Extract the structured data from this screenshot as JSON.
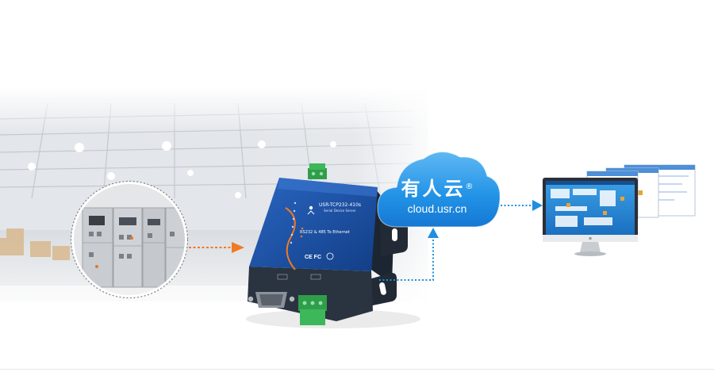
{
  "brand": {
    "name_cn": "有人云",
    "registered": "®",
    "url": "cloud.usr.cn"
  },
  "device": {
    "model": "USR-TCP232-410s",
    "subtitle": "Serial Device Server",
    "conversion": "RS232 & 485 To Ethernet"
  },
  "icons": {
    "factory": "factory-hall-photo",
    "cabinet": "electrical-cabinet-photo",
    "device": "serial-server-device",
    "cloud": "cloud-icon",
    "monitor": "monitor-icon"
  },
  "colors": {
    "arrow_orange": "#f07a22",
    "arrow_blue": "#1f8fe0",
    "cloud_blue": "#1e88e5",
    "device_blue": "#174a9a",
    "terminal_green": "#2f9e4a"
  }
}
